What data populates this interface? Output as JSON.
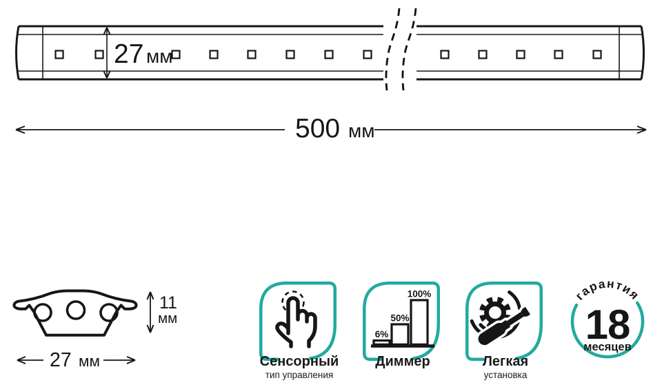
{
  "colors": {
    "accent": "#21aaa0",
    "ink": "#161616"
  },
  "dimensions": {
    "bar_height": {
      "value": "27",
      "unit": "мм"
    },
    "bar_length": {
      "value": "500",
      "unit": "мм"
    },
    "profile_height_value": "11",
    "profile_height_unit": "мм",
    "profile_width": {
      "value": "27",
      "unit": "мм"
    }
  },
  "features": [
    {
      "title": "Сенсорный",
      "subtitle": "тип управления",
      "icon": "touch-finger-icon"
    },
    {
      "title": "Диммер",
      "icon": "dimmer-bars-icon",
      "levels": [
        "6%",
        "50%",
        "100%"
      ]
    },
    {
      "title": "Легкая",
      "subtitle": "установка",
      "icon": "gear-screwdriver-icon"
    }
  ],
  "warranty": {
    "arc_label": "гарантия",
    "value": "18",
    "unit": "месяцев"
  }
}
